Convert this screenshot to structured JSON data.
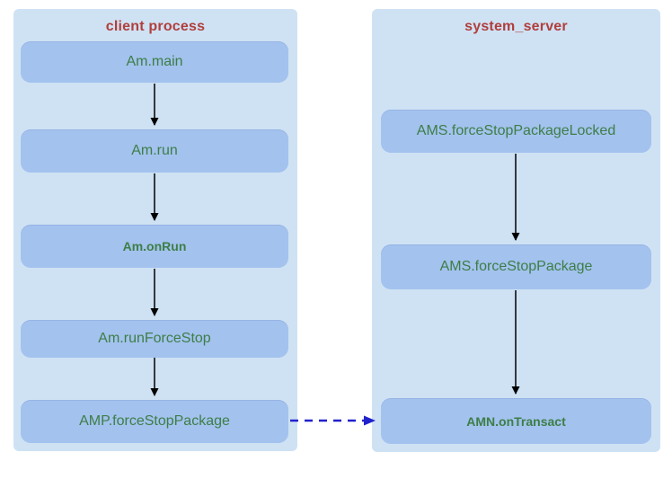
{
  "columns": [
    {
      "title": "client process",
      "nodes": [
        {
          "label": "Am.main",
          "emphasis": "normal"
        },
        {
          "label": "Am.run",
          "emphasis": "normal"
        },
        {
          "label": "Am.onRun",
          "emphasis": "bold"
        },
        {
          "label": "Am.runForceStop",
          "emphasis": "normal"
        },
        {
          "label": "AMP.forceStopPackage",
          "emphasis": "normal"
        }
      ]
    },
    {
      "title": "system_server",
      "nodes": [
        {
          "label": "AMS.forceStopPackageLocked",
          "emphasis": "normal"
        },
        {
          "label": "AMS.forceStopPackage",
          "emphasis": "normal"
        },
        {
          "label": "AMN.onTransact",
          "emphasis": "bold"
        }
      ]
    }
  ],
  "connections": [
    {
      "from": "Am.main",
      "to": "Am.run",
      "style": "solid-black"
    },
    {
      "from": "Am.run",
      "to": "Am.onRun",
      "style": "solid-black"
    },
    {
      "from": "Am.onRun",
      "to": "Am.runForceStop",
      "style": "solid-black"
    },
    {
      "from": "Am.runForceStop",
      "to": "AMP.forceStopPackage",
      "style": "solid-black"
    },
    {
      "from": "AMS.forceStopPackageLocked",
      "to": "AMS.forceStopPackage",
      "style": "solid-black"
    },
    {
      "from": "AMS.forceStopPackage",
      "to": "AMN.onTransact",
      "style": "solid-black"
    },
    {
      "from": "AMP.forceStopPackage",
      "to": "AMN.onTransact",
      "style": "dashed-blue"
    }
  ],
  "colors": {
    "page_bg": "#ffffff",
    "panel_bg": "#cfe2f4",
    "node_bg": "#a3c2ee",
    "node_text": "#3d7e46",
    "title_text": "#b03f3c",
    "solid_arrow": "#000000",
    "dashed_arrow": "#2121cc"
  }
}
